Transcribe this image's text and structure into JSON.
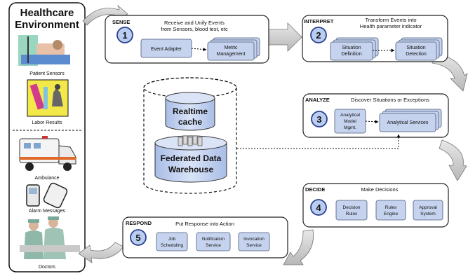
{
  "environment": {
    "title_line1": "Healthcare",
    "title_line2": "Environment",
    "items": {
      "patient_sensors": "Patient Sensors",
      "labor_results": "Labor Results",
      "ambulance": "Ambulance",
      "alarm_messages": "Alarm Messages",
      "doctors": "Doctors"
    }
  },
  "stages": {
    "sense": {
      "label": "SENSE",
      "number": "1",
      "desc_line1": "Receive and Unify Events",
      "desc_line2": "from Sensors, blood test, etc",
      "box1": "Event Adapter",
      "box2_line1": "Metric",
      "box2_line2": "Management"
    },
    "interpret": {
      "label": "INTERPRET",
      "number": "2",
      "desc_line1": "Transform Events into",
      "desc_line2": "Health parameter indicator",
      "box1_line1": "Situation",
      "box1_line2": "Definition",
      "box2_line1": "Situation",
      "box2_line2": "Detection"
    },
    "analyze": {
      "label": "ANALYZE",
      "number": "3",
      "desc": "Discover Situations or Exceptions",
      "box1_line1": "Analytical",
      "box1_line2": "Model",
      "box1_line3": "Mgmt.",
      "box2": "Analytical Services"
    },
    "decide": {
      "label": "DECIDE",
      "number": "4",
      "desc": "Make Decisions",
      "box1_line1": "Decision",
      "box1_line2": "Rules",
      "box2_line1": "Rules",
      "box2_line2": "Engine",
      "box3_line1": "Approval",
      "box3_line2": "System"
    },
    "respond": {
      "label": "RESPOND",
      "number": "5",
      "desc": "Put Response into Action",
      "box1_line1": "Job",
      "box1_line2": "Scheduling",
      "box2_line1": "Notification",
      "box2_line2": "Service",
      "box3_line1": "Invocation",
      "box3_line2": "Service"
    }
  },
  "storage": {
    "cache_line1": "Realtime",
    "cache_line2": "cache",
    "warehouse_line1": "Federated Data",
    "warehouse_line2": "Warehouse"
  },
  "colors": {
    "box_fill": "#c6d3ee",
    "box_stroke": "#4a5a7a",
    "arrow_fill": "#d0d0d0",
    "circle_fill": "#b9cdf0",
    "circle_stroke": "#2a3f8f"
  }
}
